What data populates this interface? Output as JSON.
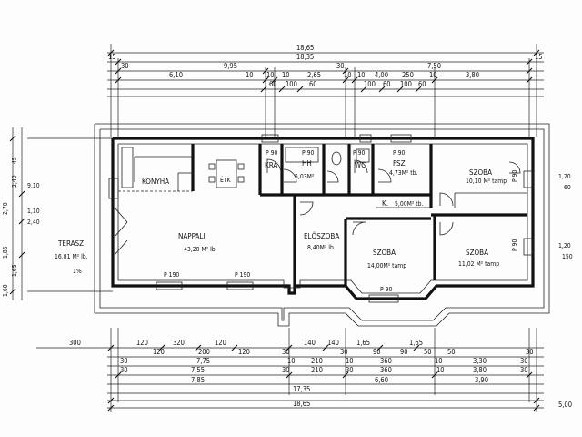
{
  "rooms": {
    "konyha": "KONYHA",
    "etk": "ÉTK",
    "nappali": "NAPPALI",
    "nappali_area": "43,20 M² lb.",
    "kra": "KRA",
    "kra_code": "P 90",
    "hh": "HH",
    "hh_area": "5,03M²",
    "hh_code": "P 90",
    "wc": "WC",
    "wc_code": "P 90",
    "fsz": "FSZ",
    "fsz_area": "4,73M² tb.",
    "fsz_code": "P 90",
    "k": "K.",
    "k_area": "5,00M² tb.",
    "szoba1": "SZOBA",
    "szoba1_area": "10,10 M² tamp",
    "szoba2": "SZOBA",
    "szoba2_area": "11,02 M² tamp",
    "szoba3": "SZOBA",
    "szoba3_area": "14,00M² tamp",
    "eloszoba": "ELŐSZOBA",
    "eloszoba_area": "8,40M² lb",
    "terasz": "TERASZ",
    "terasz_area": "16,81 M² lb.",
    "terasz_pct": "1%"
  },
  "openings": {
    "p190a": "P 190",
    "p190b": "P 190",
    "p90a": "P 90",
    "p90b": "P 90",
    "p90c": "P 90"
  },
  "top_dims": {
    "r1": "18,65",
    "r2": "18,35",
    "r3": [
      "15",
      "30",
      "9,95",
      "30",
      "7,50",
      "15"
    ],
    "r4": [
      "6,10",
      "10",
      "10",
      "10",
      "2,65",
      "10",
      "10",
      "4,00",
      "250",
      "10",
      "3,80"
    ],
    "r5": [
      "60",
      "100",
      "60",
      "100",
      "60",
      "100",
      "60"
    ]
  },
  "bottom_dims": {
    "r1": [
      "300",
      "120",
      "320",
      "120",
      "140",
      "140",
      "1,65",
      "1,65"
    ],
    "r2": [
      "120",
      "200",
      "120",
      "30",
      "30",
      "90",
      "90",
      "50",
      "50",
      "30"
    ],
    "r3": [
      "30",
      "7,75",
      "10",
      "210",
      "10",
      "360",
      "10",
      "3,30",
      "30"
    ],
    "r4": [
      "30",
      "7,55",
      "30",
      "210",
      "30",
      "360",
      "10",
      "3,80",
      "30"
    ],
    "r5": [
      "7,85",
      "6,60",
      "3,90"
    ],
    "r6": "17,35",
    "r7": "18,65",
    "right": "5,00"
  },
  "left_dims": [
    "9,10",
    "2,70",
    "1,10",
    "2,40",
    "1,85",
    "1,60",
    "45",
    "2,40",
    "1,65"
  ],
  "right_dims": [
    "1,20",
    "60",
    "1,20",
    "150"
  ]
}
